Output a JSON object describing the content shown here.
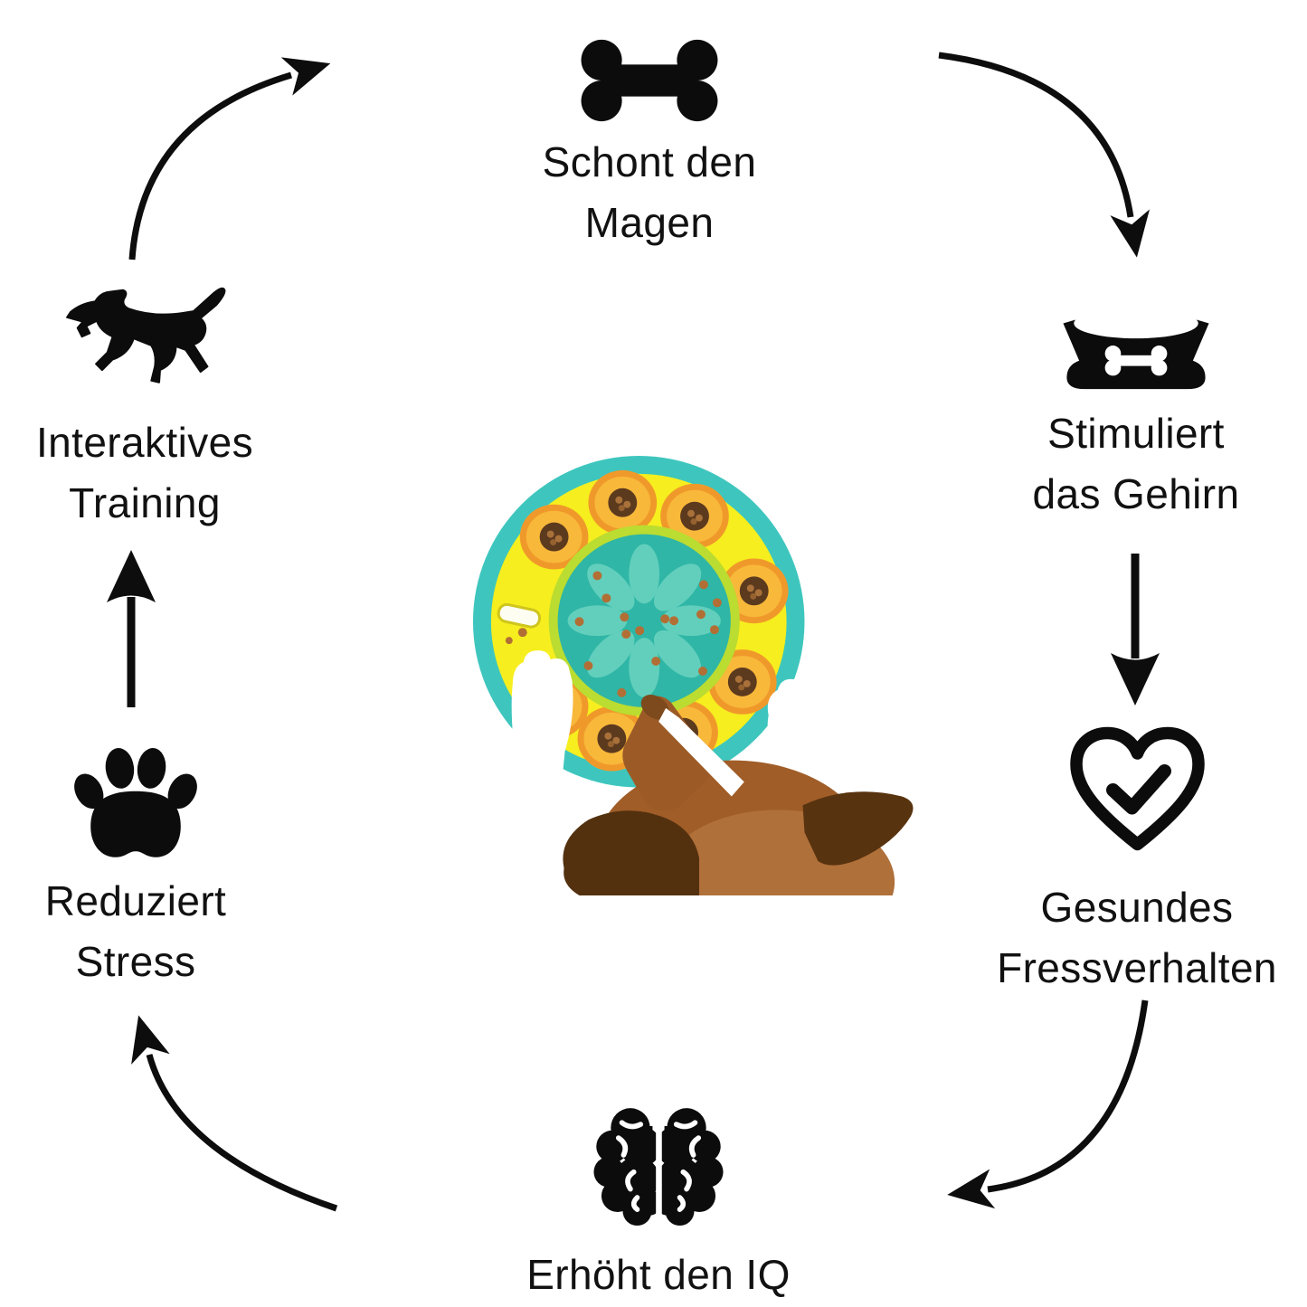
{
  "page": {
    "background": "#ffffff"
  },
  "diagram": {
    "type": "circular-benefits-cycle",
    "language": "de",
    "text_color": "#111111",
    "arrow_color": "#0d0d0d",
    "center": {
      "description": "Foto: Hund (braun-weiß, von oben) spielt mit rundem Futter-Puzzle-Spielzeug in Türkis und Gelb mit Leckerlis",
      "toy_colors": {
        "outer_ring": "#3EC6BE",
        "disc": "#F6EE1E",
        "domes": "#F8B83A",
        "dome_rims": "#F0992B",
        "dome_holes": "#5C3A1E",
        "bowl": "#2FB6A6",
        "bowl_rim": "#BBDC30",
        "petals": "#62CFBC",
        "treats": "#B26F35"
      },
      "dog_colors": {
        "fur": "#A05D28",
        "ears": "#53310F",
        "paws": "#FFFFFF",
        "blaze": "#FFFFFF"
      }
    },
    "nodes": [
      {
        "id": "magen",
        "icon": "bone-icon",
        "line1": "Schont den",
        "line2": "Magen"
      },
      {
        "id": "gehirn",
        "icon": "dog-bowl-icon",
        "line1": "Stimuliert",
        "line2": "das Gehirn"
      },
      {
        "id": "fressverhalten",
        "icon": "heart-check-icon",
        "line1": "Gesundes",
        "line2": "Fressverhalten"
      },
      {
        "id": "iq",
        "icon": "brain-icon",
        "line1": "Erhöht den IQ",
        "line2": ""
      },
      {
        "id": "stress",
        "icon": "paw-icon",
        "line1": "Reduziert",
        "line2": "Stress"
      },
      {
        "id": "training",
        "icon": "dog-icon",
        "line1": "Interaktives",
        "line2": "Training"
      }
    ],
    "arrows": [
      {
        "from": "Interaktives Training",
        "to": "Schont den Magen",
        "shape": "curved",
        "direction": "up-right"
      },
      {
        "from": "Schont den Magen",
        "to": "Stimuliert das Gehirn",
        "shape": "curved",
        "direction": "down-right"
      },
      {
        "from": "Stimuliert das Gehirn",
        "to": "Gesundes Fressverhalten",
        "shape": "straight",
        "direction": "down"
      },
      {
        "from": "Gesundes Fressverhalten",
        "to": "Erhöht den IQ",
        "shape": "curved",
        "direction": "down-left"
      },
      {
        "from": "Erhöht den IQ",
        "to": "Reduziert Stress",
        "shape": "curved",
        "direction": "up-left"
      },
      {
        "from": "Reduziert Stress",
        "to": "Interaktives Training",
        "shape": "straight",
        "direction": "up"
      }
    ]
  }
}
